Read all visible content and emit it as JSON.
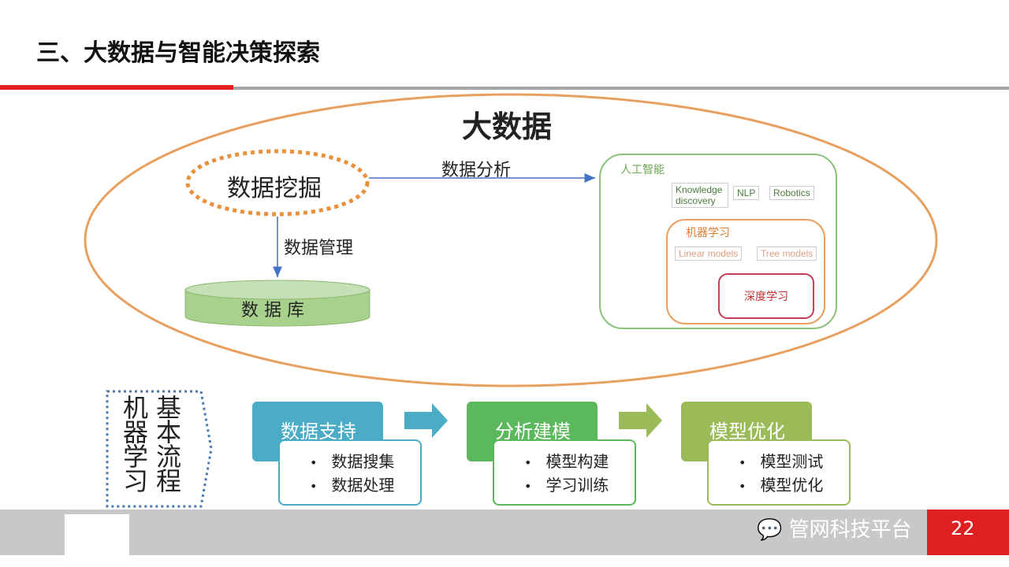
{
  "title": "三、大数据与智能决策探索",
  "diagram": {
    "big_data": "大数据",
    "data_mining": "数据挖掘",
    "data_analysis": "数据分析",
    "data_management": "数据管理",
    "database": "数 据 库",
    "ai": {
      "label": "人工智能",
      "items": [
        "Knowledge discovery",
        "NLP",
        "Robotics"
      ],
      "ml": {
        "label": "机器学习",
        "items": [
          "Linear models",
          "Tree models"
        ],
        "dl": "深度学习"
      }
    }
  },
  "flow": {
    "label_col1": "机器学习",
    "label_col2": "基本流程",
    "steps": [
      {
        "title": "数据支持",
        "items": [
          "数据搜集",
          "数据处理"
        ],
        "color": "#4bacc6"
      },
      {
        "title": "分析建模",
        "items": [
          "模型构建",
          "学习训练"
        ],
        "color": "#5cb85c"
      },
      {
        "title": "模型优化",
        "items": [
          "模型测试",
          "模型优化"
        ],
        "color": "#9bbb59"
      }
    ]
  },
  "footer": {
    "brand": "管网科技平台",
    "page": "22"
  }
}
